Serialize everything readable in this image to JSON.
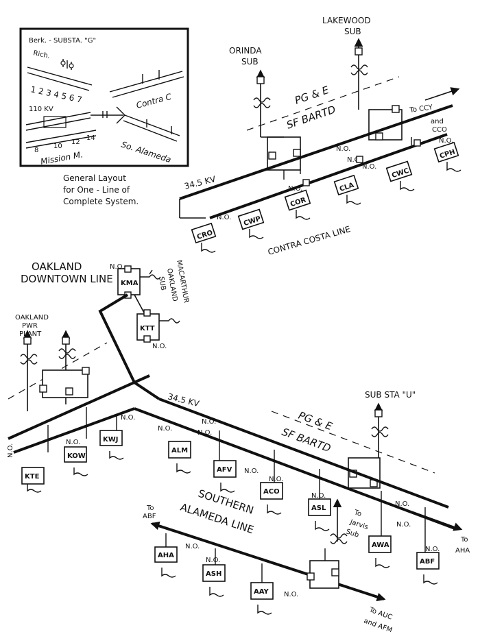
{
  "inset": {
    "substation_label": "Berk. - SUBSTA. \"G\"",
    "rich_label": "Rich.",
    "top_numbers": "1 2 3 4 5 6 7",
    "kv_label": "110 KV",
    "bottom_numbers": [
      "8",
      "10",
      "12",
      "14"
    ],
    "contra_label": "Contra C",
    "mission_label": "Mission M.",
    "alameda_label": "So. Alameda",
    "caption": [
      "General Layout",
      "for One - Line of",
      "Complete System."
    ]
  },
  "north": {
    "orinda": [
      "ORINDA",
      "SUB"
    ],
    "lakewood": [
      "LAKEWOOD",
      "SUB"
    ],
    "pge": "PG & E",
    "bartd": "SF BARTD",
    "to_ccy": [
      "To CCY",
      "and",
      "CCO"
    ],
    "kv": "34.5 KV",
    "line_name": "CONTRA COSTA LINE",
    "stations": [
      "CRO",
      "CWP",
      "COR",
      "CLA",
      "CWC",
      "CPH"
    ],
    "no": "N.O."
  },
  "central": {
    "oakland_line": [
      "OAKLAND",
      "DOWNTOWN LINE"
    ],
    "macarthur": [
      "MACARTHUR",
      "OAKLAND",
      "SUB"
    ],
    "oakland_pwr": [
      "OAKLAND",
      "PWR",
      "PLANT"
    ],
    "stations": [
      "KMA",
      "KTT",
      "KTE",
      "KOW",
      "KWJ"
    ],
    "no": "N.O."
  },
  "south": {
    "kv": "34.5 KV",
    "substa_u": "SUB STA \"U\"",
    "pge": "PG & E",
    "bartd": "SF BARTD",
    "line_name": [
      "SOUTHERN",
      "ALAMEDA LINE"
    ],
    "to_jarvis": [
      "To",
      "Jarvis",
      "Sub"
    ],
    "to_abf": [
      "To",
      "ABF"
    ],
    "to_aha": [
      "To",
      "AHA"
    ],
    "to_auc": [
      "To AUC",
      "and AFM"
    ],
    "stations": [
      "ALM",
      "AFV",
      "ACO",
      "ASL",
      "AWA",
      "ABF",
      "AHA",
      "ASH",
      "AAY"
    ],
    "no": "N.O."
  }
}
